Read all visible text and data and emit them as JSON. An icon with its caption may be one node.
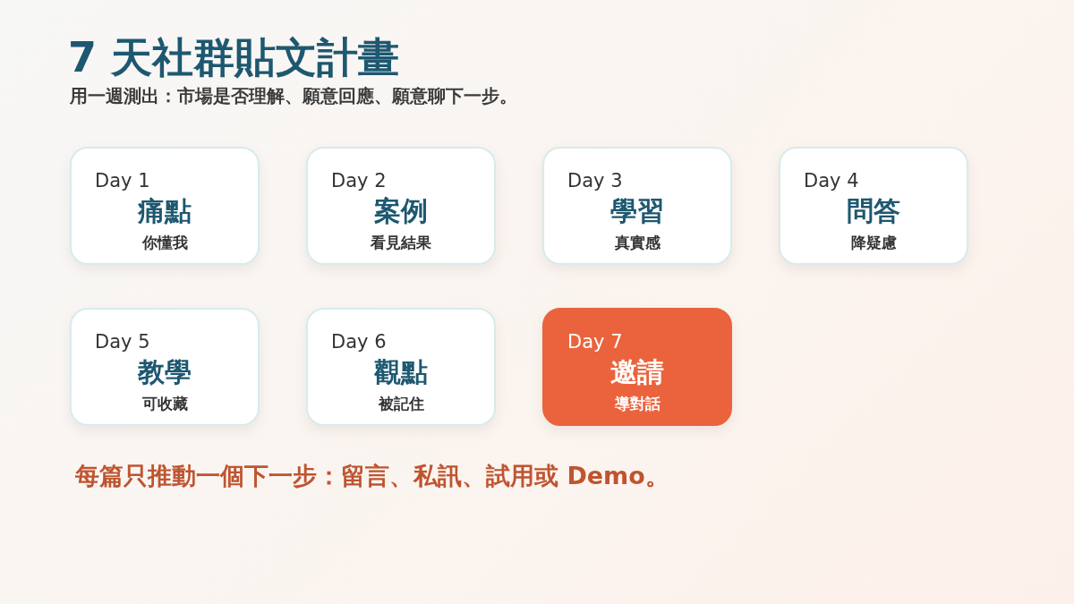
{
  "diagram": {
    "title": "7 天社群貼文計畫",
    "nodes": [
      {
        "text": [
          "Day 1",
          "痛點",
          "你懂我"
        ]
      },
      {
        "text": [
          "Day 2",
          "案例",
          "看見結果"
        ]
      },
      {
        "text": [
          "Day 3",
          "學習",
          "真實感"
        ]
      },
      {
        "text": [
          "Day 4",
          "問答",
          "降疑慮"
        ]
      },
      {
        "text": [
          "Day 5",
          "教學",
          "可收藏"
        ]
      },
      {
        "text": [
          "Day 6",
          "觀點",
          "被記住"
        ]
      },
      {
        "text": [
          "Day 7",
          "邀請",
          "導對話"
        ]
      }
    ],
    "labels": [
      "用一週測出：市場是否理解、願意回應、願意聊下一步。",
      "每篇只推動一個下一步：留言、私訊、試用或 Demo。"
    ]
  }
}
